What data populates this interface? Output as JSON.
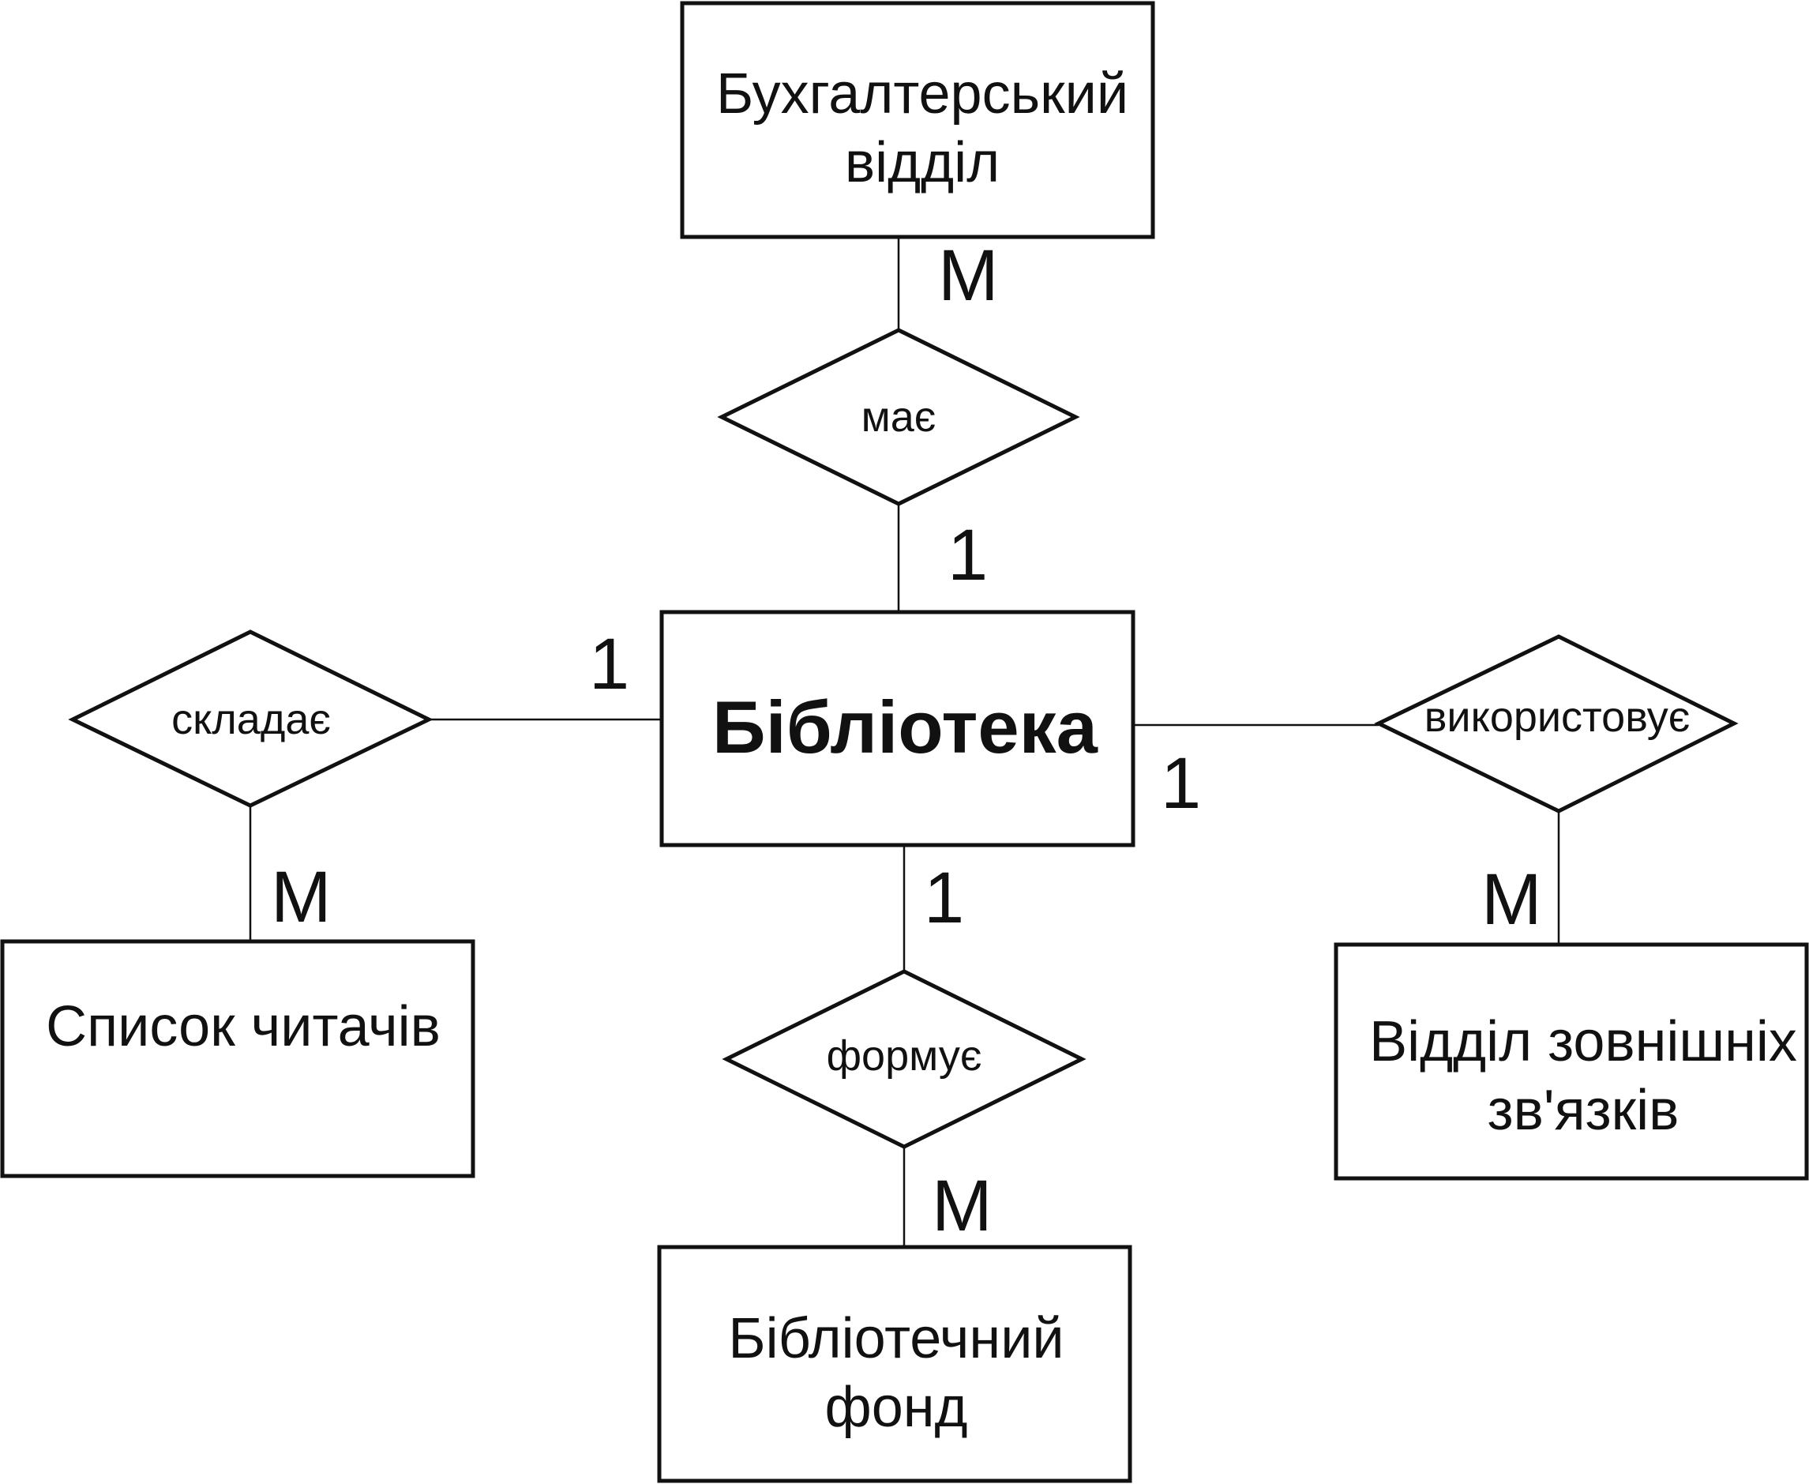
{
  "entities": {
    "accounting": {
      "line1": "Бухгалтерський",
      "line2": "відділ"
    },
    "library": {
      "label": "Бібліотека"
    },
    "readers": {
      "label": "Список читачів"
    },
    "fund": {
      "line1": "Бібліотечний",
      "line2": "фонд"
    },
    "external": {
      "line1": "Відділ зовнішніх",
      "line2": "зв'язків"
    }
  },
  "relationships": {
    "has": {
      "label": "має"
    },
    "composes": {
      "label": "складає"
    },
    "uses": {
      "label": "використовує"
    },
    "forms": {
      "label": "формує"
    }
  },
  "cardinalities": {
    "accounting_side": "M",
    "library_has_side": "1",
    "library_composes_side": "1",
    "readers_side": "M",
    "library_uses_side": "1",
    "external_side": "M",
    "library_forms_side": "1",
    "fund_side": "M"
  }
}
